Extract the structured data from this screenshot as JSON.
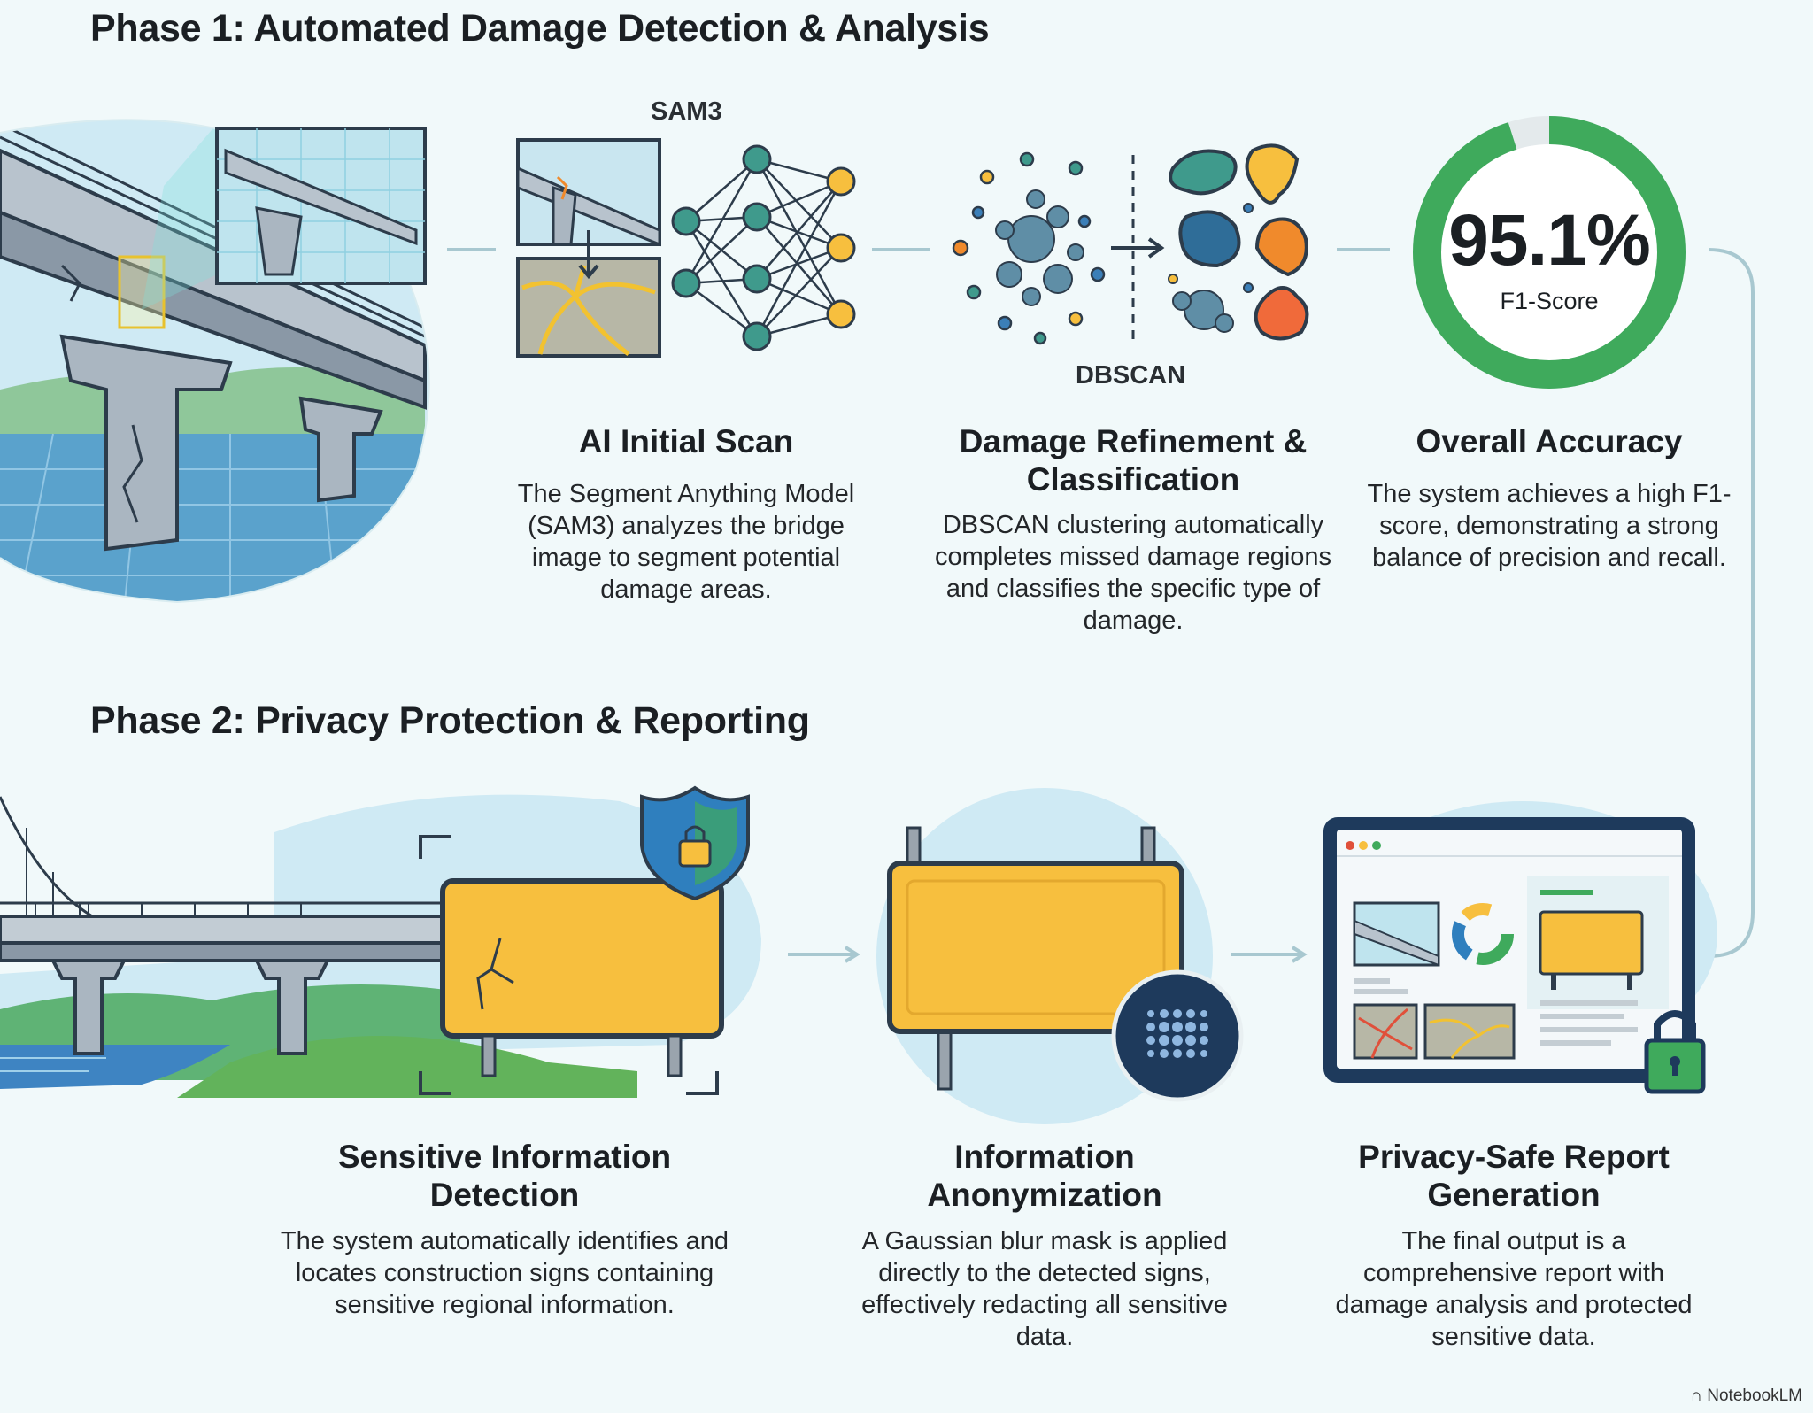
{
  "phase1": {
    "title": "Phase 1: Automated Damage Detection & Analysis",
    "model_tag": "SAM3",
    "cluster_tag": "DBSCAN",
    "accuracy_value": "95.1%",
    "accuracy_label": "F1-Score",
    "accuracy_fraction": 0.951,
    "steps": [
      {
        "title": "AI Initial Scan",
        "description": "The Segment Anything Model (SAM3) analyzes the bridge image to segment potential damage areas."
      },
      {
        "title": "Damage Refinement & Classification",
        "description": "DBSCAN clustering automatically completes missed damage regions and classifies the specific type of damage."
      },
      {
        "title": "Overall Accuracy",
        "description": "The system achieves a high F1-score, demonstrating a strong balance of precision and recall."
      }
    ]
  },
  "phase2": {
    "title": "Phase 2: Privacy Protection & Reporting",
    "steps": [
      {
        "title": "Sensitive Information Detection",
        "description": "The system automatically identifies and locates construction signs containing sensitive regional information."
      },
      {
        "title": "Information Anonymization",
        "description": "A Gaussian blur mask is applied directly to the detected signs, effectively redacting all sensitive data."
      },
      {
        "title": "Privacy-Safe Report Generation",
        "description": "The final output is a comprehensive report with damage analysis and protected sensitive data."
      }
    ]
  },
  "branding": {
    "label": "NotebookLM"
  },
  "colors": {
    "background": "#f1f9fa",
    "accent_green": "#3faa5c",
    "sign_yellow": "#f7bf3e",
    "navy": "#1e3a5c",
    "teal": "#3f9a8c",
    "orange": "#f08a2c",
    "blue": "#3b7fb8"
  }
}
